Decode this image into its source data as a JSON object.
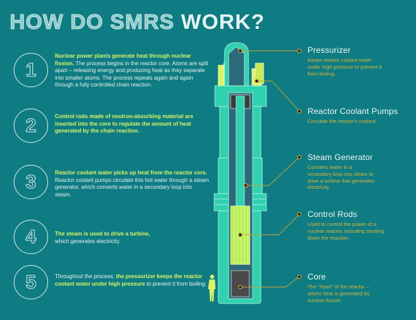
{
  "title": {
    "outline": "HOW DO SMRS ",
    "bold": "WORK?"
  },
  "steps": [
    {
      "num": "1",
      "highlight": "Nuclear power plants generate heat through nuclear fission.",
      "text": " The process begins in the reactor core. Atoms are split apart – releasing energy and producing heat as they separate into smaller atoms. The process repeats again and again through a fully controlled chain reaction.",
      "highlight2": "",
      "text2": ""
    },
    {
      "num": "2",
      "highlight": "Control rods made of neutron-absorbing material are inserted into the core to regulate the amount of heat generated by the chain reaction.",
      "text": "",
      "highlight2": "",
      "text2": ""
    },
    {
      "num": "3",
      "highlight": "Reactor coolant water picks up heat from the reactor core.",
      "text": " Reactor coolant pumps circulate this hot water through a steam generator, which converts water in a secondary loop into steam.",
      "highlight2": "",
      "text2": ""
    },
    {
      "num": "4",
      "highlight": "The steam is used to drive a turbine,",
      "text": " which generates electricity.",
      "highlight2": "",
      "text2": ""
    },
    {
      "num": "5",
      "pre": "Throughout the process, ",
      "highlight": "the pressurizer keeps the reactor coolant water under high pressure",
      "text": " to prevent it from boiling."
    }
  ],
  "components": [
    {
      "name": "Pressurizer",
      "desc": "Keeps reactor coolant water under high pressure to prevent it from boiling."
    },
    {
      "name": "Reactor Coolant Pumps",
      "desc": "Circulate the reactor's coolant."
    },
    {
      "name": "Steam Generator",
      "desc": "Converts water in a secondary loop into steam to drive a turbine that generates electricity."
    },
    {
      "name": "Control Rods",
      "desc": "Used to control the power of a nuclear reactor, including shutting down the reaction."
    },
    {
      "name": "Core",
      "desc": "The “heart” of the reactor – where heat is generated by nuclear fission."
    }
  ],
  "colors": {
    "background": "#0e7c82",
    "highlight": "#d8f36a",
    "reactor": "#2fd1b0",
    "desc": "#d9b43c"
  }
}
